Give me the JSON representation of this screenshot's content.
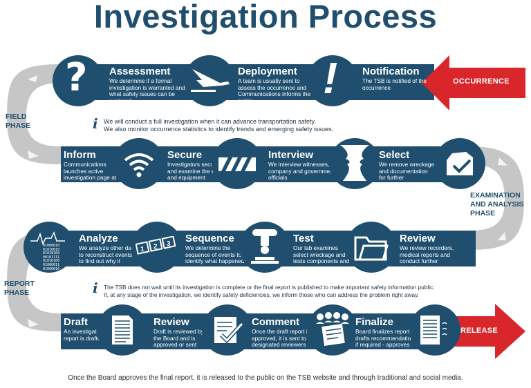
{
  "title": "Investigation Process",
  "phases": {
    "field": "FIELD PHASE",
    "examination": "EXAMINATION AND ANALYSIS PHASE",
    "report": "REPORT PHASE"
  },
  "endpoints": {
    "start": "OCCURRENCE",
    "end": "RELEASE"
  },
  "rows": [
    {
      "steps": [
        {
          "title": "Notification",
          "desc": "The TSB is notified of the occurrence",
          "icon": "exclamation-icon"
        },
        {
          "title": "Deployment",
          "desc": "A team is usually sent to assess the occurrence and Communications informs the public",
          "icon": "airplane-icon"
        },
        {
          "title": "Assessment",
          "desc": "We determine if a formal investigation is warranted and what safety issues can be explored",
          "icon": "question-icon"
        }
      ],
      "info": {
        "lines": [
          "We will conduct a full investigation when it can advance transportation safety.",
          "We also monitor occurrence statistics to identify trends and emerging safety issues."
        ]
      }
    },
    {
      "steps": [
        {
          "title": "Inform",
          "desc": "Communications launches active investigation page at tsb.gc.ca",
          "icon": "wifi-icon"
        },
        {
          "title": "Secure",
          "desc": "Investigators secure and examine the site and equipment",
          "icon": "barrier-icon"
        },
        {
          "title": "Interview",
          "desc": "We interview witnesses, company and government officials",
          "icon": "faces-icon"
        },
        {
          "title": "Select",
          "desc": "We remove wreckage and documentation for further examination",
          "icon": "selection-box-icon"
        }
      ]
    },
    {
      "steps": [
        {
          "title": "Review",
          "desc": "We review recorders, medical reports and conduct further interviews",
          "icon": "folder-icon"
        },
        {
          "title": "Test",
          "desc": "Our lab examines select wreckage and tests components and systems",
          "icon": "lab-press-icon"
        },
        {
          "title": "Sequence",
          "desc": "We determine the sequence of events to identify what happened",
          "icon": "numbered-blocks-icon"
        },
        {
          "title": "Analyze",
          "desc": "We analyze other data to reconstruct events to find out why it happened",
          "icon": "data-graph-icon"
        }
      ],
      "analyze_binary": [
        "01000010",
        "01010010",
        "01010100",
        "00101111",
        "01010100",
        "01000011",
        "01000010"
      ],
      "info": {
        "lines": [
          "The TSB does not wait until its investigation is complete or the final report is published to make important safety information public.",
          "If, at any stage of the investigation, we identify safety deficiencies, we inform those who can address the problem right away."
        ]
      }
    },
    {
      "steps": [
        {
          "title": "Draft",
          "desc": "An investigation report is drafted",
          "icon": "document-icon"
        },
        {
          "title": "Review",
          "desc": "Draft is reviewed by the Board and is approved or sent back",
          "icon": "checklist-icon"
        },
        {
          "title": "Comment",
          "desc": "Once the draft report is approved, it is sent to designated reviewers",
          "icon": "reviewers-icon"
        },
        {
          "title": "Finalize",
          "desc": "Board finalizes report, drafts recommendations if required - approves report",
          "icon": "final-report-icon"
        }
      ]
    }
  ],
  "footer": "Once the Board approves the final report, it is released to the public on the TSB website and through traditional and social media.",
  "info_icon": "i",
  "colors": {
    "navy": "#1f4e6e",
    "red": "#d9262b",
    "grey_track": "#c6c6c6",
    "white": "#ffffff"
  }
}
